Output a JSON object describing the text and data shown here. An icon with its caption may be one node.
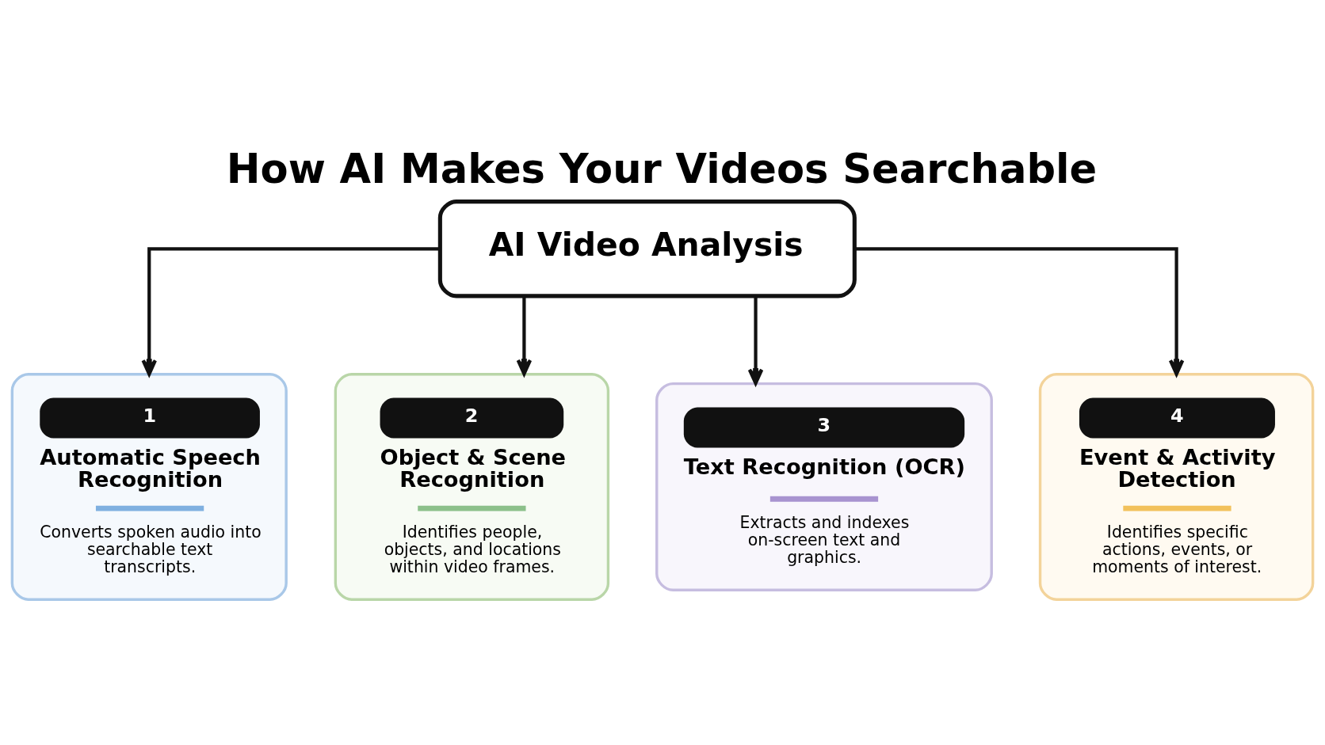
{
  "diagram": {
    "title": "How AI Makes Your Videos Searchable",
    "nodes": [
      {
        "text": [
          "AI Video Analysis"
        ]
      },
      {
        "text": [
          "1",
          "Automatic Speech Recognition",
          "Converts spoken audio into searchable text transcripts."
        ]
      },
      {
        "text": [
          "2",
          "Object & Scene Recognition",
          "Identifies people, objects, and locations within video frames."
        ]
      },
      {
        "text": [
          "3",
          "Text Recognition (OCR)",
          "Extracts and indexes on-screen text and graphics."
        ]
      },
      {
        "text": [
          "4",
          "Event & Activity Detection",
          "Identifies specific actions, events, or moments of interest."
        ]
      }
    ],
    "edges": [
      {
        "from": 0,
        "to": 1,
        "arrow": "to"
      },
      {
        "from": 0,
        "to": 2,
        "arrow": "to"
      },
      {
        "from": 0,
        "to": 3,
        "arrow": "to"
      },
      {
        "from": 0,
        "to": 4,
        "arrow": "to"
      }
    ]
  }
}
